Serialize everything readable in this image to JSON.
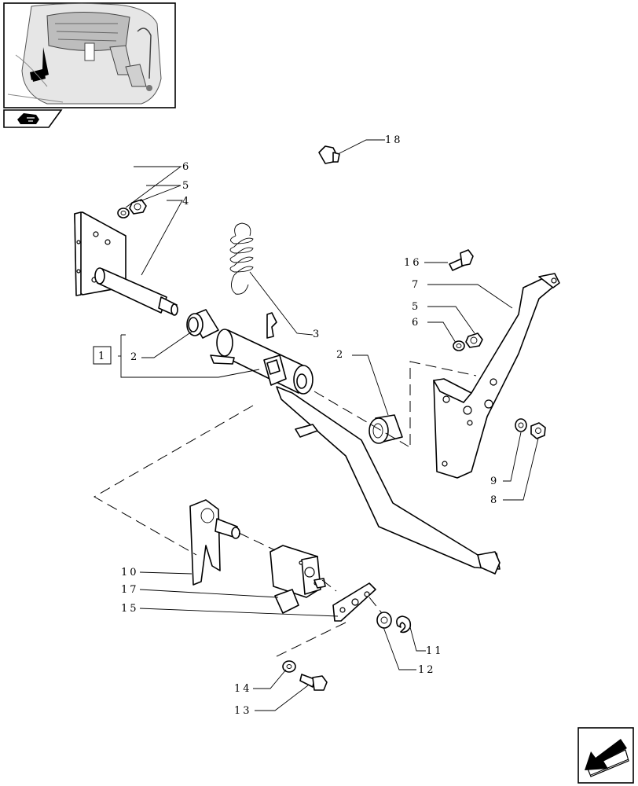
{
  "callouts": [
    {
      "id": "c1",
      "label": "1"
    },
    {
      "id": "c2a",
      "label": "2"
    },
    {
      "id": "c2b",
      "label": "2"
    },
    {
      "id": "c3",
      "label": "3"
    },
    {
      "id": "c4",
      "label": "4"
    },
    {
      "id": "c5a",
      "label": "5"
    },
    {
      "id": "c6a",
      "label": "6"
    },
    {
      "id": "c5b",
      "label": "5"
    },
    {
      "id": "c6b",
      "label": "6"
    },
    {
      "id": "c7",
      "label": "7"
    },
    {
      "id": "c8",
      "label": "8"
    },
    {
      "id": "c9",
      "label": "9"
    },
    {
      "id": "c10",
      "label": "10"
    },
    {
      "id": "c11",
      "label": "11"
    },
    {
      "id": "c12",
      "label": "12"
    },
    {
      "id": "c13",
      "label": "13"
    },
    {
      "id": "c14",
      "label": "14"
    },
    {
      "id": "c15",
      "label": "15"
    },
    {
      "id": "c16",
      "label": "16"
    },
    {
      "id": "c17",
      "label": "17"
    },
    {
      "id": "c18",
      "label": "18"
    }
  ],
  "icons": {
    "thumbnail": "tractor-pedal-location-icon",
    "section": "tractor-section-icon",
    "navigation": "next-page-arrow-icon"
  }
}
